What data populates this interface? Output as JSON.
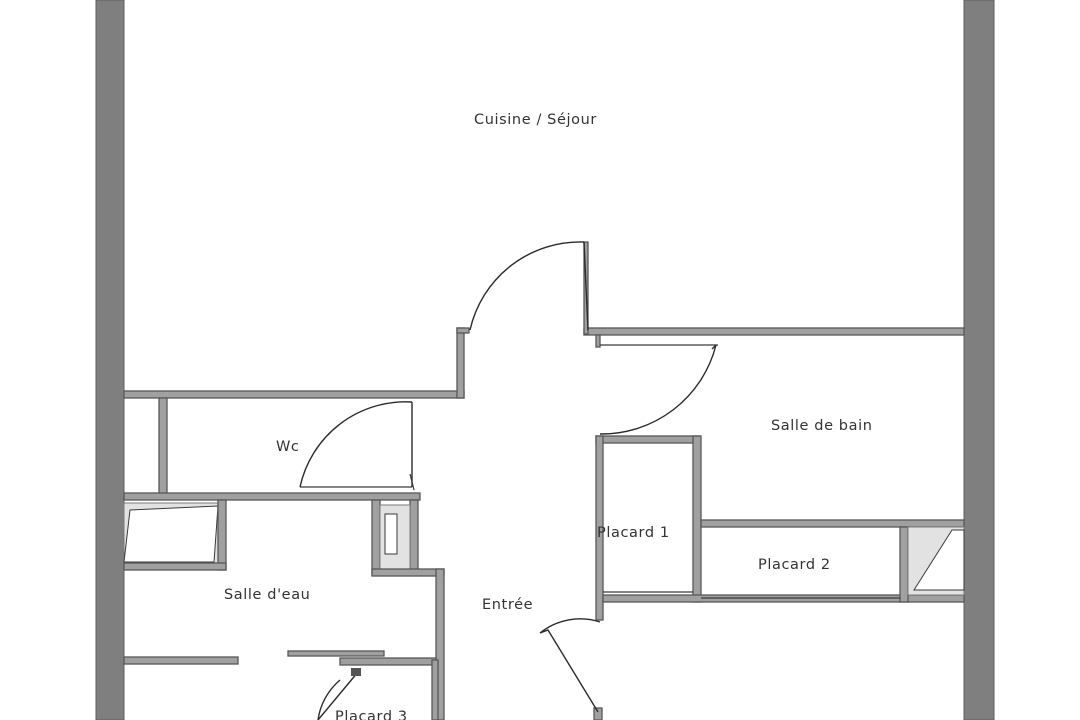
{
  "rooms": {
    "cuisine_sejour": "Cuisine / Séjour",
    "salle_de_bain": "Salle de bain",
    "wc": "Wc",
    "placard_1": "Placard 1",
    "placard_2": "Placard 2",
    "salle_d_eau": "Salle d'eau",
    "entree": "Entrée",
    "placard_3": "Placard 3"
  },
  "colors": {
    "outer_wall": "#7f7f7f",
    "inner_wall": "#a0a0a0",
    "line": "#2b2b2b",
    "background": "#ffffff"
  }
}
